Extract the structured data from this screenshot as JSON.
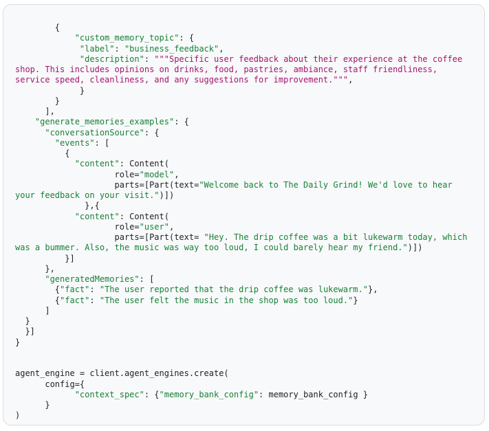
{
  "colors": {
    "background": "#ffffff",
    "panel": "#f8f9fa",
    "panel_border": "#dadce0",
    "text": "#202124",
    "string_green": "#188038",
    "docstring_magenta": "#a3156e"
  },
  "code": {
    "lines": [
      [
        {
          "t": "plain",
          "v": "        {"
        }
      ],
      [
        {
          "t": "plain",
          "v": "            "
        },
        {
          "t": "key",
          "v": "\"custom_memory_topic\""
        },
        {
          "t": "plain",
          "v": ": {"
        }
      ],
      [
        {
          "t": "plain",
          "v": "             "
        },
        {
          "t": "key",
          "v": "\"label\""
        },
        {
          "t": "plain",
          "v": ": "
        },
        {
          "t": "str",
          "v": "\"business_feedback\""
        },
        {
          "t": "plain",
          "v": ","
        }
      ],
      [
        {
          "t": "plain",
          "v": "             "
        },
        {
          "t": "key",
          "v": "\"description\""
        },
        {
          "t": "plain",
          "v": ": "
        },
        {
          "t": "doc",
          "v": "\"\"\"Specific user feedback about their experience at the coffee"
        }
      ],
      [
        {
          "t": "doc",
          "v": "shop. This includes opinions on drinks, food, pastries, ambiance, staff friendliness,"
        }
      ],
      [
        {
          "t": "doc",
          "v": "service speed, cleanliness, and any suggestions for improvement.\"\"\""
        },
        {
          "t": "plain",
          "v": ","
        }
      ],
      [
        {
          "t": "plain",
          "v": "             }"
        }
      ],
      [
        {
          "t": "plain",
          "v": "        }"
        }
      ],
      [
        {
          "t": "plain",
          "v": "      ],"
        }
      ],
      [
        {
          "t": "plain",
          "v": "    "
        },
        {
          "t": "key",
          "v": "\"generate_memories_examples\""
        },
        {
          "t": "plain",
          "v": ": {"
        }
      ],
      [
        {
          "t": "plain",
          "v": "      "
        },
        {
          "t": "key",
          "v": "\"conversationSource\""
        },
        {
          "t": "plain",
          "v": ": {"
        }
      ],
      [
        {
          "t": "plain",
          "v": "        "
        },
        {
          "t": "key",
          "v": "\"events\""
        },
        {
          "t": "plain",
          "v": ": ["
        }
      ],
      [
        {
          "t": "plain",
          "v": "          {"
        }
      ],
      [
        {
          "t": "plain",
          "v": "            "
        },
        {
          "t": "key",
          "v": "\"content\""
        },
        {
          "t": "plain",
          "v": ": Content("
        }
      ],
      [
        {
          "t": "plain",
          "v": "                    role="
        },
        {
          "t": "str",
          "v": "\"model\""
        },
        {
          "t": "plain",
          "v": ","
        }
      ],
      [
        {
          "t": "plain",
          "v": "                    parts=[Part(text="
        },
        {
          "t": "str",
          "v": "\"Welcome back to The Daily Grind! We'd love to hear"
        }
      ],
      [
        {
          "t": "str",
          "v": "your feedback on your visit.\""
        },
        {
          "t": "plain",
          "v": ")])"
        }
      ],
      [
        {
          "t": "plain",
          "v": "              },{"
        }
      ],
      [
        {
          "t": "plain",
          "v": "            "
        },
        {
          "t": "key",
          "v": "\"content\""
        },
        {
          "t": "plain",
          "v": ": Content("
        }
      ],
      [
        {
          "t": "plain",
          "v": "                    role="
        },
        {
          "t": "str",
          "v": "\"user\""
        },
        {
          "t": "plain",
          "v": ","
        }
      ],
      [
        {
          "t": "plain",
          "v": "                    parts=[Part(text= "
        },
        {
          "t": "str",
          "v": "\"Hey. The drip coffee was a bit lukewarm today, which"
        }
      ],
      [
        {
          "t": "str",
          "v": "was a bummer. Also, the music was way too loud, I could barely hear my friend.\""
        },
        {
          "t": "plain",
          "v": ")])"
        }
      ],
      [
        {
          "t": "plain",
          "v": "          }]"
        }
      ],
      [
        {
          "t": "plain",
          "v": "      },"
        }
      ],
      [
        {
          "t": "plain",
          "v": "      "
        },
        {
          "t": "key",
          "v": "\"generatedMemories\""
        },
        {
          "t": "plain",
          "v": ": ["
        }
      ],
      [
        {
          "t": "plain",
          "v": "        {"
        },
        {
          "t": "key",
          "v": "\"fact\""
        },
        {
          "t": "plain",
          "v": ": "
        },
        {
          "t": "str",
          "v": "\"The user reported that the drip coffee was lukewarm.\""
        },
        {
          "t": "plain",
          "v": "},"
        }
      ],
      [
        {
          "t": "plain",
          "v": "        {"
        },
        {
          "t": "key",
          "v": "\"fact\""
        },
        {
          "t": "plain",
          "v": ": "
        },
        {
          "t": "str",
          "v": "\"The user felt the music in the shop was too loud.\""
        },
        {
          "t": "plain",
          "v": "}"
        }
      ],
      [
        {
          "t": "plain",
          "v": "      ]"
        }
      ],
      [
        {
          "t": "plain",
          "v": "  }"
        }
      ],
      [
        {
          "t": "plain",
          "v": "  }]"
        }
      ],
      [
        {
          "t": "plain",
          "v": "}"
        }
      ],
      [
        {
          "t": "plain",
          "v": ""
        }
      ],
      [
        {
          "t": "plain",
          "v": ""
        }
      ],
      [
        {
          "t": "plain",
          "v": "agent_engine = client.agent_engines.create("
        }
      ],
      [
        {
          "t": "plain",
          "v": "      config={"
        }
      ],
      [
        {
          "t": "plain",
          "v": "            "
        },
        {
          "t": "key",
          "v": "\"context_spec\""
        },
        {
          "t": "plain",
          "v": ": {"
        },
        {
          "t": "key",
          "v": "\"memory_bank_config\""
        },
        {
          "t": "plain",
          "v": ": memory_bank_config }"
        }
      ],
      [
        {
          "t": "plain",
          "v": "      }"
        }
      ],
      [
        {
          "t": "plain",
          "v": ")"
        }
      ]
    ]
  }
}
